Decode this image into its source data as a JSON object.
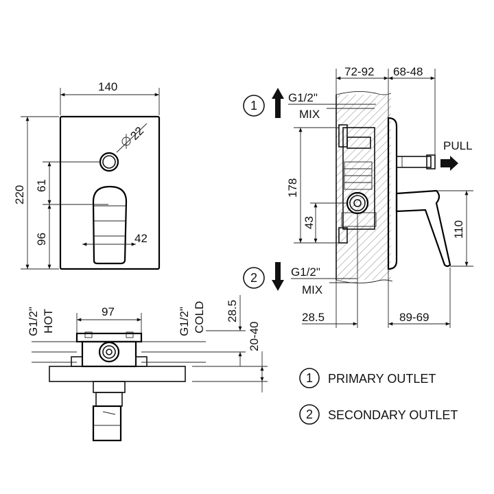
{
  "front_view": {
    "width": "140",
    "height": "220",
    "upper": "61",
    "lower": "96",
    "knob_dia": "22",
    "lever_width": "42"
  },
  "side_view": {
    "depth_a": "72-92",
    "depth_b": "68-48",
    "thread_top": "G1/2\"",
    "mix_top": "MIX",
    "pull": "PULL",
    "height_178": "178",
    "height_43": "43",
    "lever_110": "110",
    "thread_bottom": "G1/2\"",
    "mix_bottom": "MIX",
    "offset_left": "28.5",
    "offset_right": "89-69",
    "marker_1": "1",
    "marker_2": "2"
  },
  "bottom_view": {
    "hot_thread": "G1/2\"",
    "hot": "HOT",
    "width_97": "97",
    "cold_thread": "G1/2\"",
    "cold": "COLD",
    "dim_28_5": "28.5",
    "dim_20_40": "20-40"
  },
  "legend": [
    {
      "num": "1",
      "label": "PRIMARY OUTLET"
    },
    {
      "num": "2",
      "label": "SECONDARY OUTLET"
    }
  ]
}
